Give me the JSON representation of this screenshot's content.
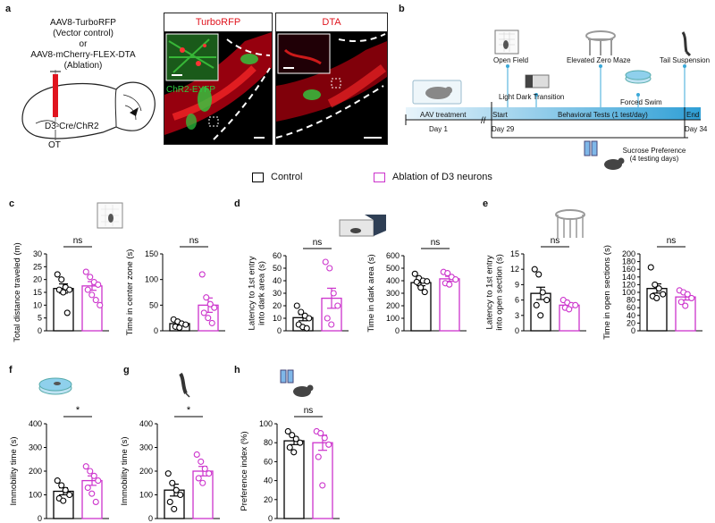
{
  "panels": {
    "a": "a",
    "b": "b",
    "c": "c",
    "d": "d",
    "e": "e",
    "f": "f",
    "g": "g",
    "h": "h"
  },
  "panel_a": {
    "vector_line1": "AAV8-TurboRFP",
    "vector_line2": "(Vector control)",
    "or": "or",
    "ablation_line1": "AAV8-mCherry-FLEX-DTA",
    "ablation_line2": "(Ablation)",
    "mouse_line": "D3-Cre/ChR2",
    "region": "OT",
    "img1_title": "TurboRFP",
    "img2_title": "DTA",
    "img1_overlay": "ChR2-EYFP"
  },
  "panel_b": {
    "tests_top": [
      "Open Field",
      "Elevated Zero Maze",
      "Tail Suspension"
    ],
    "tests_mid": [
      "Light Dark Transition",
      "Forced Swim"
    ],
    "aav": "AAV treatment",
    "start": "Start",
    "behav": "Behavioral Tests (1 test/day)",
    "end": "End",
    "day1": "Day 1",
    "day29": "Day 29",
    "day34": "Day 34",
    "sucrose1": "Sucrose Preference",
    "sucrose2": "(4 testing days)"
  },
  "legend": {
    "control": "Control",
    "ablation": "Ablation of D3 neurons"
  },
  "colors": {
    "control": "#000000",
    "ablation": "#cc33cc",
    "rfp_red": "#e0141e",
    "eyfp_green": "#2ecc40",
    "timeline_blue": "#3ba8d8"
  },
  "ns": "ns",
  "star": "*",
  "chart_data": [
    {
      "type": "bar",
      "id": "c1",
      "ylabel": "Total distance traveled (m)",
      "ylim": [
        0,
        30
      ],
      "yticks": [
        0,
        5,
        10,
        15,
        20,
        25,
        30
      ],
      "sig": "ns",
      "series": [
        {
          "name": "Control",
          "mean": 16.5,
          "sem": 1.8,
          "points": [
            22,
            20,
            17,
            16,
            16,
            15,
            7
          ]
        },
        {
          "name": "Ablation of D3 neurons",
          "mean": 17.5,
          "sem": 1.7,
          "points": [
            23,
            21,
            19,
            18,
            16,
            14,
            12,
            10
          ]
        }
      ]
    },
    {
      "type": "bar",
      "id": "c2",
      "ylabel": "Time in center zone (s)",
      "ylim": [
        0,
        150
      ],
      "yticks": [
        0,
        50,
        100,
        150
      ],
      "sig": "ns",
      "series": [
        {
          "name": "Control",
          "mean": 14,
          "sem": 3,
          "points": [
            22,
            18,
            14,
            12,
            8,
            6
          ]
        },
        {
          "name": "Ablation of D3 neurons",
          "mean": 50,
          "sem": 14,
          "points": [
            110,
            65,
            52,
            45,
            35,
            25,
            15
          ]
        }
      ]
    },
    {
      "type": "bar",
      "id": "d1",
      "ylabel": "Latency to 1st entry into dark area (s)",
      "ylim": [
        0,
        60
      ],
      "yticks": [
        0,
        10,
        20,
        30,
        40,
        50,
        60
      ],
      "sig": "ns",
      "series": [
        {
          "name": "Control",
          "mean": 10.5,
          "sem": 2.5,
          "points": [
            20,
            15,
            12,
            10,
            5,
            3,
            2
          ]
        },
        {
          "name": "Ablation of D3 neurons",
          "mean": 26,
          "sem": 8,
          "points": [
            55,
            50,
            30,
            20,
            10,
            5
          ]
        }
      ]
    },
    {
      "type": "bar",
      "id": "d2",
      "ylabel": "Time in dark area (s)",
      "ylim": [
        0,
        600
      ],
      "yticks": [
        0,
        100,
        200,
        300,
        400,
        500,
        600
      ],
      "sig": "ns",
      "series": [
        {
          "name": "Control",
          "mean": 385,
          "sem": 25,
          "points": [
            455,
            420,
            400,
            395,
            390,
            345,
            310
          ]
        },
        {
          "name": "Ablation of D3 neurons",
          "mean": 415,
          "sem": 20,
          "points": [
            470,
            460,
            430,
            410,
            380,
            370
          ]
        }
      ]
    },
    {
      "type": "bar",
      "id": "e1",
      "ylabel": "Latency to 1st entry into open section (s)",
      "ylim": [
        0,
        15
      ],
      "yticks": [
        0,
        3,
        6,
        9,
        12,
        15
      ],
      "sig": "ns",
      "series": [
        {
          "name": "Control",
          "mean": 7.3,
          "sem": 1.2,
          "points": [
            12,
            11,
            7.5,
            6,
            5,
            3
          ]
        },
        {
          "name": "Ablation of D3 neurons",
          "mean": 5,
          "sem": 0.4,
          "points": [
            6,
            5.5,
            5,
            5,
            4.5,
            4.2
          ]
        }
      ]
    },
    {
      "type": "bar",
      "id": "e2",
      "ylabel": "Time in open sections (s)",
      "ylim": [
        0,
        200
      ],
      "yticks": [
        0,
        20,
        40,
        60,
        80,
        100,
        120,
        140,
        160,
        180,
        200
      ],
      "sig": "ns",
      "series": [
        {
          "name": "Control",
          "mean": 110,
          "sem": 12,
          "points": [
            165,
            120,
            110,
            95,
            90,
            85
          ]
        },
        {
          "name": "Ablation of D3 neurons",
          "mean": 88,
          "sem": 8,
          "points": [
            105,
            100,
            95,
            85,
            75,
            65
          ]
        }
      ]
    },
    {
      "type": "bar",
      "id": "f",
      "ylabel": "Immobility time (s)",
      "ylim": [
        0,
        400
      ],
      "yticks": [
        0,
        100,
        200,
        300,
        400
      ],
      "sig": "*",
      "series": [
        {
          "name": "Control",
          "mean": 115,
          "sem": 15,
          "points": [
            160,
            140,
            120,
            100,
            85,
            75
          ]
        },
        {
          "name": "Ablation of D3 neurons",
          "mean": 160,
          "sem": 20,
          "points": [
            220,
            200,
            180,
            160,
            130,
            105,
            70
          ]
        }
      ]
    },
    {
      "type": "bar",
      "id": "g",
      "ylabel": "Immobility time (s)",
      "ylim": [
        0,
        400
      ],
      "yticks": [
        0,
        100,
        200,
        300,
        400
      ],
      "sig": "*",
      "series": [
        {
          "name": "Control",
          "mean": 120,
          "sem": 25,
          "points": [
            190,
            150,
            120,
            100,
            70,
            40
          ]
        },
        {
          "name": "Ablation of D3 neurons",
          "mean": 200,
          "sem": 20,
          "points": [
            270,
            240,
            210,
            190,
            170,
            150
          ]
        }
      ]
    },
    {
      "type": "bar",
      "id": "h",
      "ylabel": "Preference index (%)",
      "ylim": [
        0,
        100
      ],
      "yticks": [
        0,
        20,
        40,
        60,
        80,
        100
      ],
      "sig": "ns",
      "series": [
        {
          "name": "Control",
          "mean": 82,
          "sem": 4,
          "points": [
            92,
            88,
            84,
            80,
            75,
            70
          ]
        },
        {
          "name": "Ablation of D3 neurons",
          "mean": 80,
          "sem": 8,
          "points": [
            92,
            90,
            85,
            78,
            65,
            35
          ]
        }
      ]
    }
  ]
}
